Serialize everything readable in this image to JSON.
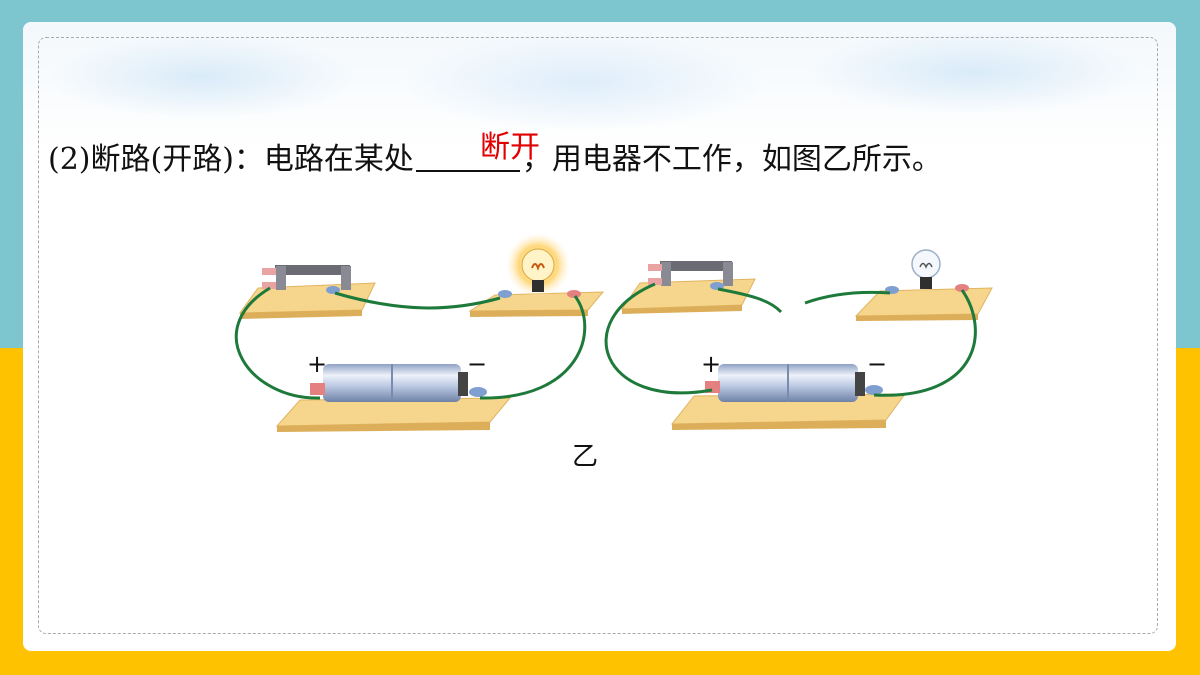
{
  "question": {
    "prefix": "(2)断路(开路)：电路在某处",
    "suffix": "，用电器不工作，如图乙所示。",
    "answer": "断开"
  },
  "figure": {
    "caption": "乙",
    "plus_sign": "+",
    "minus_sign": "−"
  },
  "colors": {
    "background_top": "#7dc6cf",
    "background_bottom": "#ffc200",
    "answer": "#e00000",
    "wire": "#1e7a3a",
    "board": "#f6d58c"
  }
}
